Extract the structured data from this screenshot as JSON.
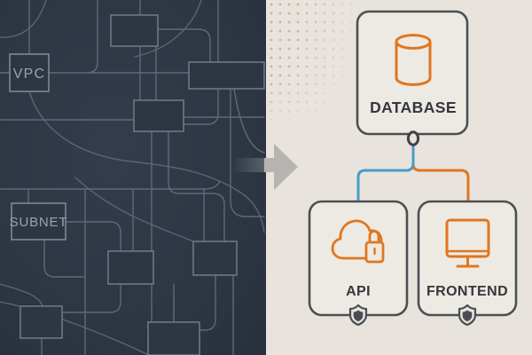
{
  "left_panel": {
    "description": "dark network schematic of virtual private cloud",
    "background": "#2d3643",
    "line_color": "#5e6a79",
    "label_color": "#9aa4af",
    "nodes": [
      {
        "id": "vpc",
        "label": "VPC"
      },
      {
        "id": "subnet",
        "label": "SUBNET"
      }
    ]
  },
  "transition_arrow": {
    "direction": "right",
    "color": "#b5b4b0"
  },
  "right_panel": {
    "description": "cloud architecture diagram",
    "background": "#e8e4dd",
    "card_fill": "#edeae3",
    "card_border": "#4b5056",
    "label_color": "#34373b",
    "accent_orange": "#e0761f",
    "accent_blue": "#4a9bc7",
    "shield_color": "#474d53",
    "cards": [
      {
        "id": "database",
        "label": "DATABASE",
        "icon": "database-cylinder-icon"
      },
      {
        "id": "api",
        "label": "API",
        "icon": "cloud-lock-icon",
        "badge": "shield"
      },
      {
        "id": "frontend",
        "label": "FRONTEND",
        "icon": "monitor-icon",
        "badge": "shield"
      }
    ],
    "connections": [
      {
        "from": "database",
        "to": "api",
        "color": "#4a9bc7"
      },
      {
        "from": "database",
        "to": "frontend",
        "color": "#e0761f"
      }
    ]
  }
}
